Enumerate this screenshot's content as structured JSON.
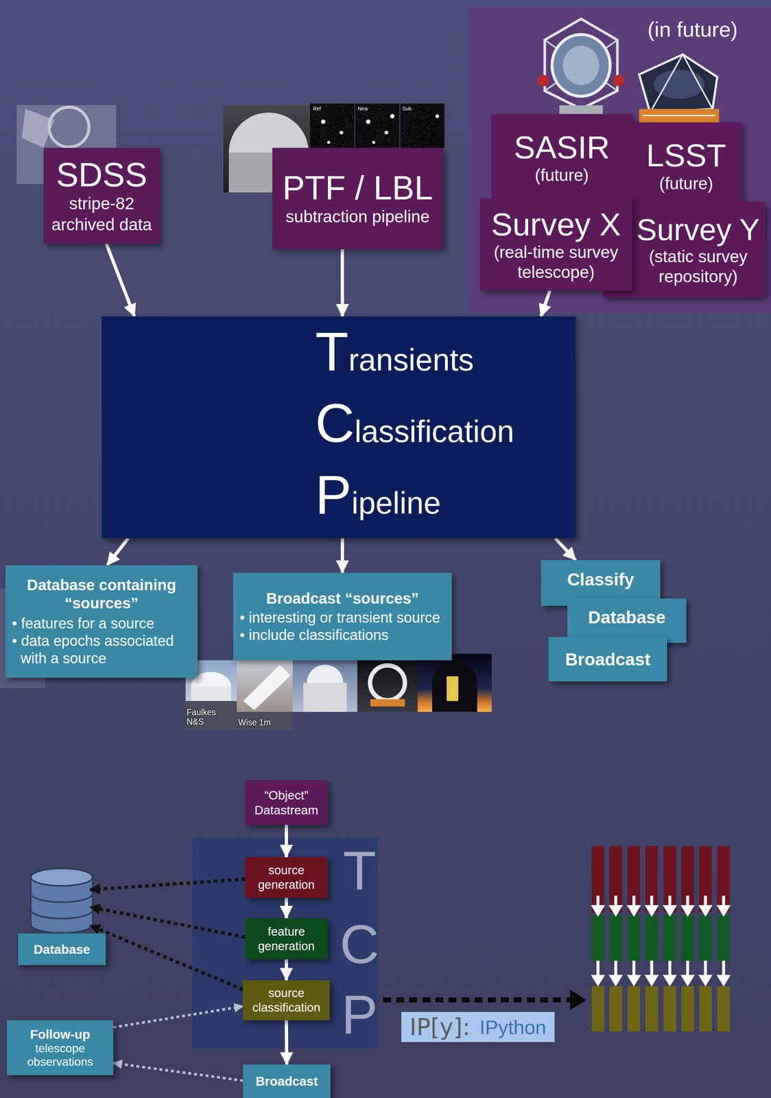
{
  "diagram": {
    "nodes": [
      {
        "text": [
          "(in future)"
        ]
      },
      {
        "text": [
          "SASIR",
          "(future)"
        ],
        "in": 0
      },
      {
        "text": [
          "LSST",
          "(future)"
        ],
        "in": 0
      },
      {
        "text": [
          "Survey X",
          "(real-time survey telescope)"
        ],
        "in": 0
      },
      {
        "text": [
          "Survey Y",
          "(static survey repository)"
        ],
        "in": 0
      },
      {
        "text": [
          "SDSS",
          "stripe-82 archived data"
        ]
      },
      {
        "text": [
          "PTF / LBL",
          "subtraction pipeline"
        ]
      },
      {
        "text": [
          "Transients Classification Pipeline"
        ]
      },
      {
        "text": [
          "Database containing “sources”",
          "• features for a source",
          "• data epochs associated with a source"
        ]
      },
      {
        "text": [
          "Broadcast “sources”",
          "• interesting or transient source",
          "• include classifications"
        ]
      },
      {
        "text": [
          "Classify"
        ]
      },
      {
        "text": [
          "Database"
        ]
      },
      {
        "text": [
          "Broadcast"
        ]
      },
      {
        "text": [
          "“Object” Datastream"
        ]
      },
      {
        "text": [
          "T",
          "C",
          "P"
        ]
      },
      {
        "text": [
          "source generation"
        ],
        "in": 14
      },
      {
        "text": [
          "feature generation"
        ],
        "in": 14
      },
      {
        "text": [
          "source classification"
        ],
        "in": 14
      },
      {
        "text": [
          "Database"
        ]
      },
      {
        "text": [
          "Follow-up",
          "telescope observations"
        ]
      },
      {
        "text": [
          "Broadcast"
        ]
      },
      {
        "text": [
          "IP[y]:",
          "IPython"
        ]
      }
    ],
    "edges": [
      {
        "from": 5,
        "to": 7,
        "arrow": "to"
      },
      {
        "from": 6,
        "to": 7,
        "arrow": "to"
      },
      {
        "from": 3,
        "to": 7,
        "arrow": "to"
      },
      {
        "from": 7,
        "to": 8,
        "arrow": "to"
      },
      {
        "from": 7,
        "to": 9,
        "arrow": "to"
      },
      {
        "from": 7,
        "to": 10,
        "arrow": "to"
      },
      {
        "from": 13,
        "to": 15,
        "arrow": "to"
      },
      {
        "from": 15,
        "to": 16,
        "arrow": "to"
      },
      {
        "from": 16,
        "to": 17,
        "arrow": "to"
      },
      {
        "from": 17,
        "to": 20,
        "arrow": "to"
      },
      {
        "from": 15,
        "to": 18,
        "arrow": "to"
      },
      {
        "from": 16,
        "to": 18,
        "arrow": "to"
      },
      {
        "from": 17,
        "to": 18,
        "arrow": "to"
      },
      {
        "from": 19,
        "to": 17,
        "arrow": "to"
      },
      {
        "from": 20,
        "to": 19,
        "arrow": "to"
      }
    ],
    "labels": [
      "Ref",
      "New",
      "Sub",
      "Faulkes N&S",
      "Wise 1m"
    ]
  }
}
